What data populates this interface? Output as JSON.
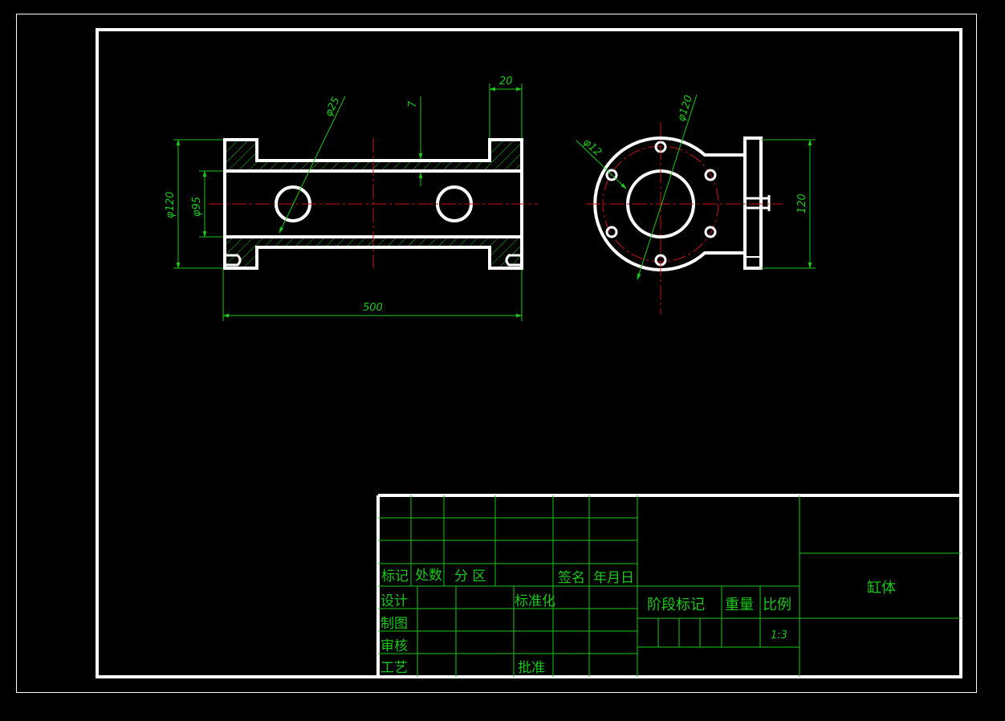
{
  "colors": {
    "background": "#000000",
    "outline": "#ffffff",
    "dimension": "#19c819",
    "centerline": "#c81414"
  },
  "dimensions": {
    "hole_dia": "φ25",
    "wall": "7",
    "flange": "20",
    "outer_dia": "φ120",
    "bore_dia": "φ95",
    "length": "500",
    "flange_dia": "φ120",
    "bolt_hole_dia": "φ12",
    "height": "120"
  },
  "title_block": {
    "label_mark": "标记",
    "label_count": "处数",
    "label_zone": "分 区",
    "label_signature": "签名",
    "label_date": "年月日",
    "label_design": "设计",
    "label_standardize": "标准化",
    "label_drawing": "制图",
    "label_review": "审核",
    "label_process": "工艺",
    "label_approve": "批准",
    "label_stage_mark": "阶段标记",
    "label_weight": "重量",
    "label_scale": "比例",
    "scale_value": "1:3",
    "part_name": "缸体"
  }
}
